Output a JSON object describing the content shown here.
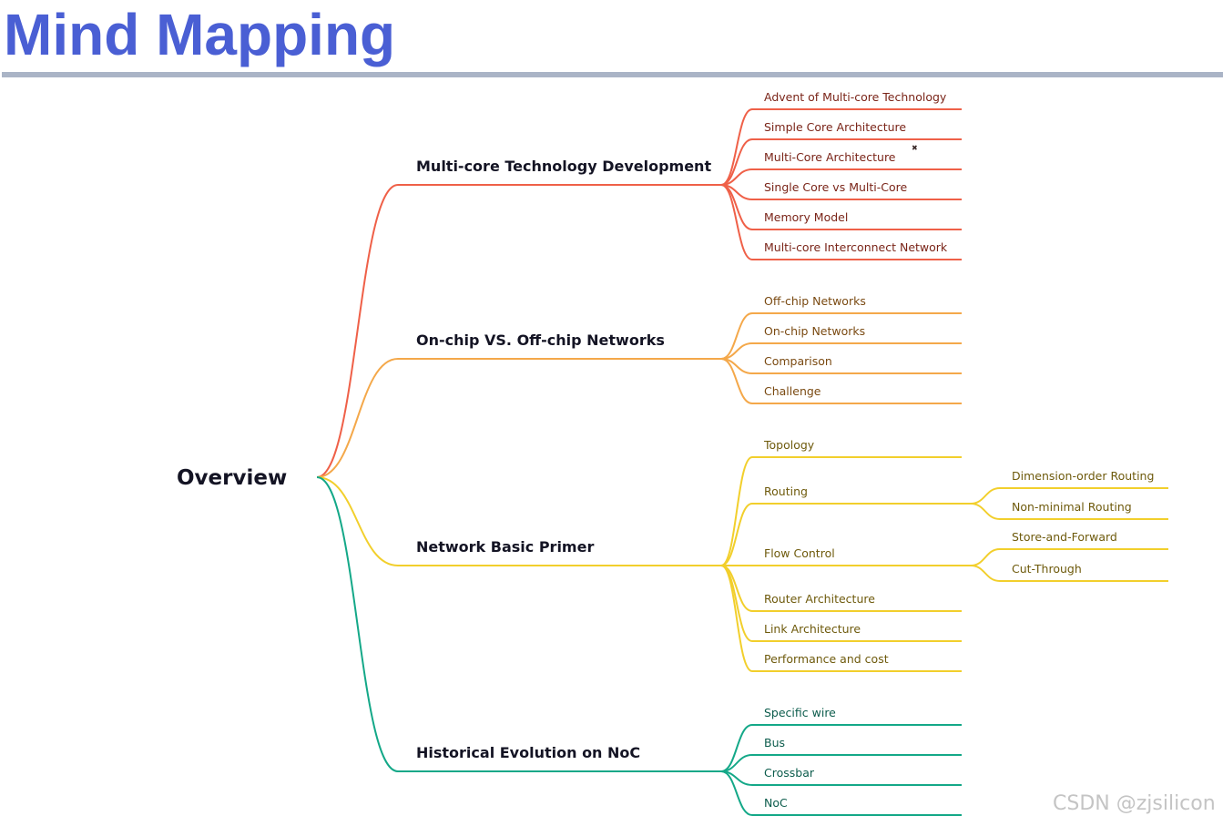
{
  "header": {
    "title": "Mind Mapping"
  },
  "watermark": "CSDN @zjsilicon",
  "mindmap": {
    "root": "Overview",
    "branches": [
      {
        "label": "Multi-core Technology Development",
        "color": "#ef6048",
        "text_color": "#7a2418",
        "children": [
          {
            "label": "Advent of Multi-core Technology"
          },
          {
            "label": "Simple Core Architecture"
          },
          {
            "label": "Multi-Core Architecture"
          },
          {
            "label": "Single Core vs Multi-Core"
          },
          {
            "label": "Memory Model"
          },
          {
            "label": "Multi-core Interconnect Network"
          }
        ]
      },
      {
        "label": "On-chip VS. Off-chip Networks",
        "color": "#f4a84a",
        "text_color": "#7a4a12",
        "children": [
          {
            "label": "Off-chip Networks"
          },
          {
            "label": "On-chip Networks"
          },
          {
            "label": "Comparison"
          },
          {
            "label": "Challenge"
          }
        ]
      },
      {
        "label": "Network Basic Primer",
        "color": "#f2cf2c",
        "text_color": "#6e5a0c",
        "children": [
          {
            "label": "Topology"
          },
          {
            "label": "Routing",
            "children": [
              {
                "label": "Dimension-order Routing"
              },
              {
                "label": "Non-minimal Routing"
              }
            ]
          },
          {
            "label": "Flow Control",
            "children": [
              {
                "label": "Store-and-Forward"
              },
              {
                "label": "Cut-Through"
              }
            ]
          },
          {
            "label": "Router Architecture"
          },
          {
            "label": "Link Architecture"
          },
          {
            "label": "Performance and cost"
          }
        ]
      },
      {
        "label": "Historical Evolution on NoC",
        "color": "#14a888",
        "text_color": "#0c5c4c",
        "children": [
          {
            "label": "Specific wire"
          },
          {
            "label": "Bus"
          },
          {
            "label": "Crossbar"
          },
          {
            "label": "NoC"
          }
        ]
      }
    ]
  }
}
